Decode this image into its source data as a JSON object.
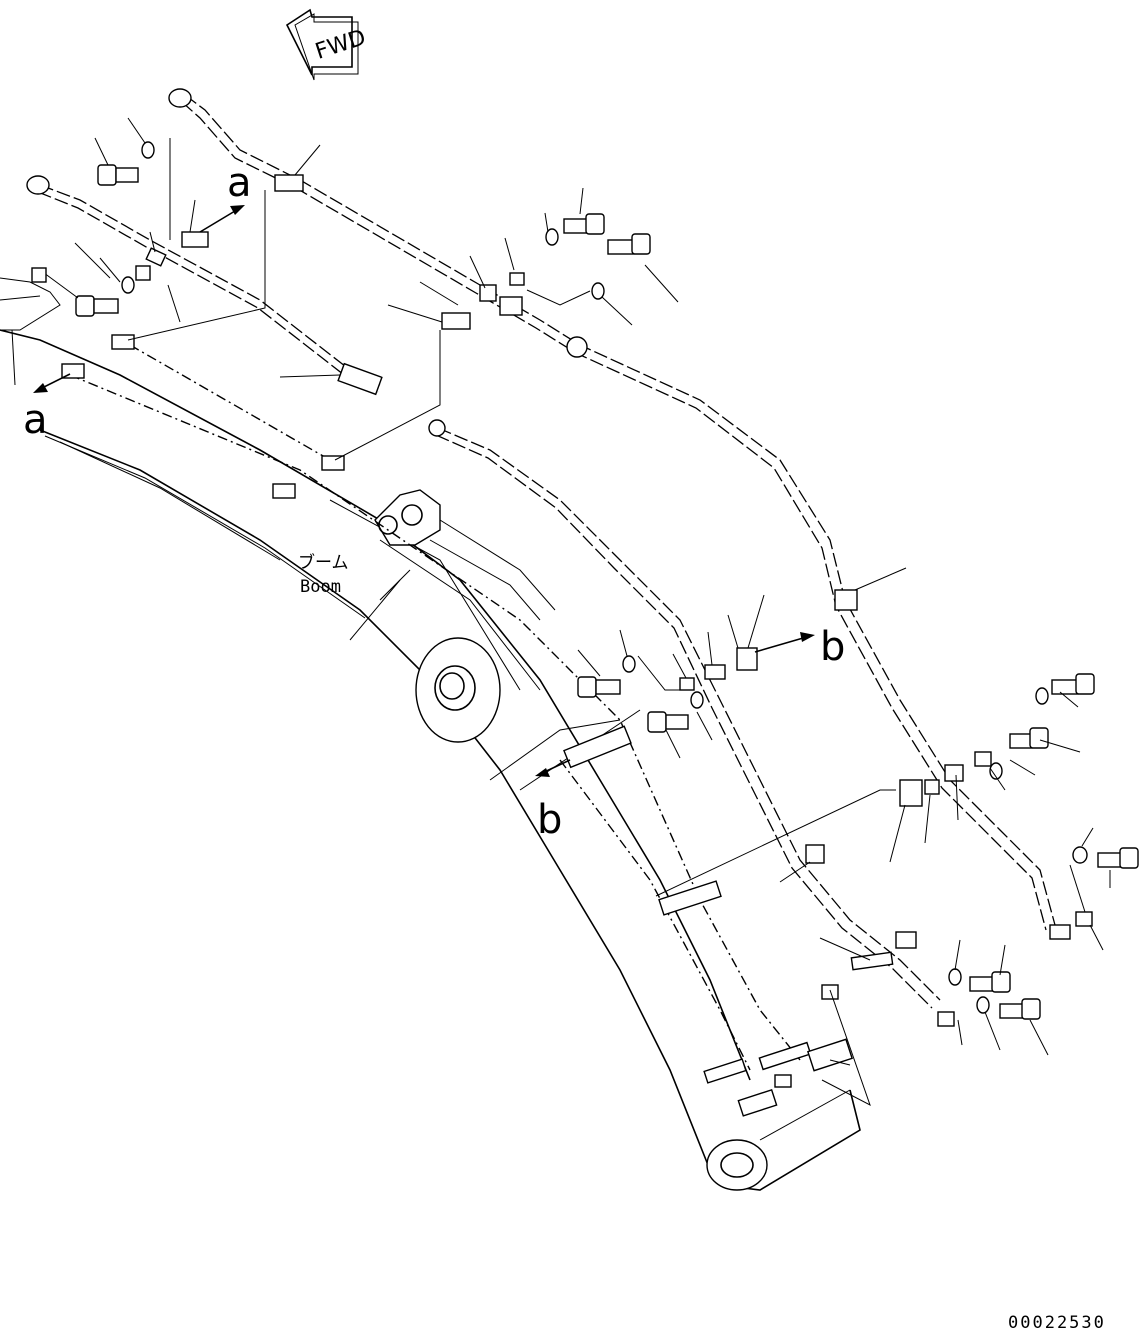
{
  "labels": {
    "fwd": "FWD",
    "a_top": "a",
    "a_left": "a",
    "b_right": "b",
    "b_lower": "b",
    "boom_jp": "ブーム",
    "boom_en": "Boom",
    "drawing_number": "00022530"
  },
  "colors": {
    "ink": "#000000",
    "paper": "#ffffff"
  }
}
